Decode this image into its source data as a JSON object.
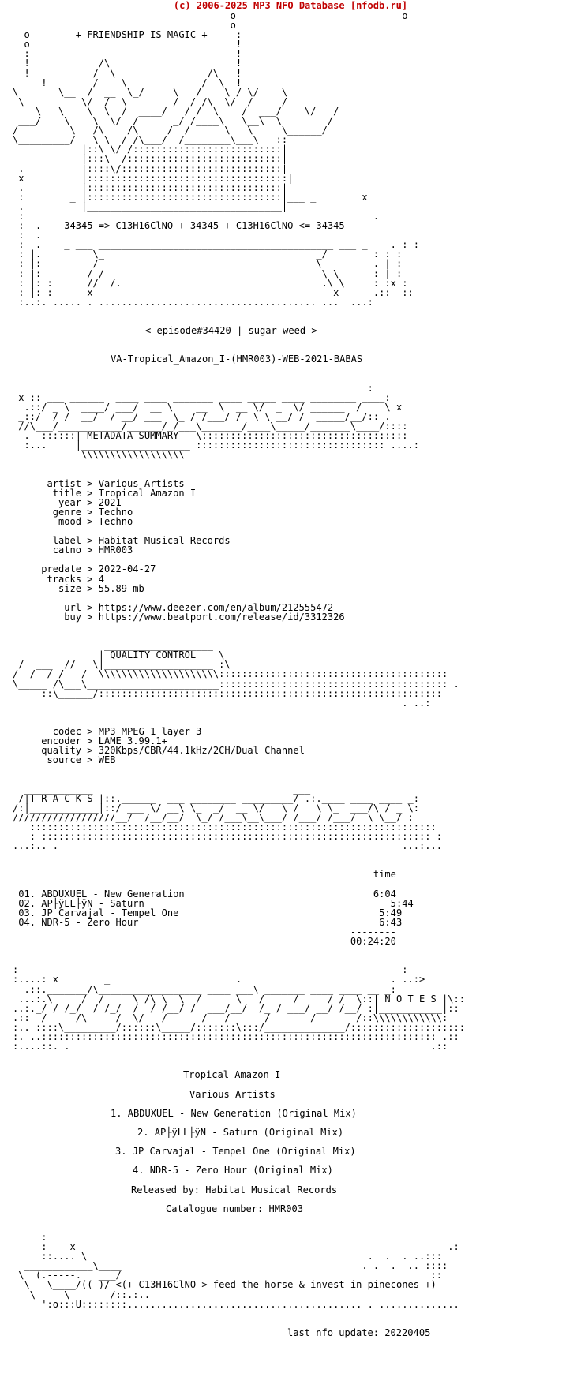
{
  "header": {
    "copyright": "(c) 2006-2025 MP3 NFO Database [nfodb.ru]"
  },
  "art": {
    "sec01": "                                      o                             o\n                                      o\n  o        + FRIENDSHIP IS MAGIC +     :\n  o                                    !\n  :                                    !\n  !            /\\                      !\n  !           /  \\                /\\   !\n ____!___     /    \\   _____     /  \\  !_  ____\n\\       \\__  /  __  \\_/     \\   /    \\ / \\/    \\\n \\__     ___\\/  /  \\        /  / /\\  \\/  /     /___  ____\n    \\   \\    \\  \\  /  ____/   / /  \\    /  ___/    \\/   /\n ___/    \\    \\  \\/  /      _/ /____\\   \\__\\  \\        /\n/         \\   /\\    /\\     /  /      \\   \\     \\______/\n\\_________/   \\ \\  / /\\___/  /________\\___\\   ::\n            |::\\ \\/ /::::::::::::::::::::::::::|\n            |:::\\  /:::::::::::::::::::::::::::|\n .          |::::\\/::::::::::::::::::::::::::::|\n x          |:::::::::::::::::::::::::::::::::::|\n .          |::::::::::::::::::::::::::::::::::|\n :        _ |::::::::::::::::::::::::::::::::::|___ _        x\n .          |__________________________________|\n :                                                             .\n :  .    34345 => C13H16ClNO + 34345 + C13H16ClNO <= 34345\n :  .\n :  .    _ ___ _________________________________________ ___ _    . : :\n : |.         \\_                                     _/        : : :\n : |:         /                                      \\         . | :\n : |:        / /                                      \\ \\      : | :\n : |: :      //  /.                                   .\\ \\     : :x :\n : |: :      x                                          x      .::  ::\n :..:. ..... . ...................................... ...  ...:",
    "sec02": "< episode#34420 | sugar weed >",
    "sec03": "VA-Tropical_Amazon_I-(HMR003)-WEB-2021-BABAS",
    "sec04": "                                                              :\n x :: ___ ______  ____ ____ _______ ____ _____ ____ ________ ____:\n  .::/ _ \\  ____/ ___/  __ \\    __  \\  __ \\/  _  \\/ ______  /    \\ x\n _::/  / /  __/  / __/ ___  \\_ / /___/ /  \\ \\ __/ /  _____/__/:: .\n //\\___/___________/______/_/___\\_______/____\\_____/_______\\____/::::\n  .  ::::::| METADATA SUMMARY  |\\::::::::::::::::::::::::::::::::::::\n  :...     |___________________|::::::::::::::::::::::::::::::::: ....:\n            \\\\\\\\\\\\\\\\\\\\\\\\\\\\\\\\\\\\",
    "sec05": "      artist > Various Artists\n       title > Tropical Amazon I\n        year > 2021\n       genre > Techno\n        mood > Techno\n\n       label > Habitat Musical Records\n       catno > HMR003\n\n     predate > 2022-04-27\n      tracks > 4\n        size > 55.89 mb\n\n         url > https://www.deezer.com/en/album/212555472\n         buy > https://www.beatport.com/release/id/3312326",
    "sec06": "                ___________________\n  ________ ____| QUALITY CONTROL   |\\\n /  ___  //   \\|___________________|:\\\n/  / _/ /  _/  \\\\\\\\\\\\\\\\\\\\\\\\\\\\\\\\\\\\\\\\\\::::::::::::::::::::::::::::::::::::::::\n\\_____ /\\___\\_______________________:::::::::::::::::::::::::::::::::::::::: .\n     ::\\______/::::::::::::::::::::::::::::::::::::::::::::::::::::::::::::\n                                                                    . ..:",
    "sec07": "       codec > MP3 MPEG 1 layer 3\n     encoder > LAME 3.99.1+\n     quality > 320Kbps/CBR/44.1kHz/2CH/Dual Channel\n      source > WEB",
    "sec08": "  ____________                                   ___\n /|T R A C K S |::.______  ___ ________ _________/ .:.____ ____ ____ _:\n/:|____________|::/ ___ \\/ __\\ \\_  _/  __ \\/   \\ /   \\ \\_  ___/\\ / _ \\:\n//////////////////__/  /__/__/  \\_/ /___\\__\\___/ /___/ /___/  \\ \\__/ :\n   :::::::::::::::::::::::::::::::::::::::::::::::::::::::::::::::::::::::\n   : :::::::::::::::::::::::::::::::::::::::::::::::::::::::::::::::::::: :\n...:.. .                                                            ...:...",
    "sec09": "                                                               time\n                                                           --------\n 01. ABDUXUEL - New Generation                                 6:04\n 02. AP├ÿLL├ÿN - Saturn                                           5:44\n 03. JP Carvajal - Tempel One                                   5:49\n 04. NDR-5 - Zero Hour                                          6:43\n                                                           --------\n                                                           00:24:20",
    "sec10": ":                                                                   :\n:....: x        _                      .                          . ..:>\n  .::._______/\\__________________ ____ ___\\ _______ ____ ____ __ _:\n ...:.\\  __ /  / __  \\ /\\ \\  \\  / ___  \\___/  __ /  ___/ /  \\::| N O T E S |\\::\n..:._/ / /_/  / /_/  /  / /__/ /  ___/__/  /_ / ___/ __/ /__/ :|___________|::\n.::__/_____/\\_____/__\\/___/______/___/______/_______/_______/::\\\\\\\\\\\\\\\\\\\\\\\\:\n:.. ::::\\_________/::::::\\_____/:::::::\\:::/______________/::::::::::::::::::::\n:. ..::::::::::::::::::::::::::::::::::::::::::::::::::::::::::::::::::::: .::\n:....::. .                                                               .::",
    "notes_title": "Tropical Amazon I",
    "notes_artist": "Various Artists",
    "notes_t1": "1. ABDUXUEL - New Generation (Original Mix)",
    "notes_t2": "2. AP├ÿLL├ÿN - Saturn (Original Mix)",
    "notes_t3": "3. JP Carvajal - Tempel One (Original Mix)",
    "notes_t4": "4. NDR-5 - Zero Hour (Original Mix)",
    "notes_label": "Released by: Habitat Musical Records",
    "notes_catno": "Catalogue number: HMR003",
    "sec11": "     :\n     :    x                                                                 .:\n     ::.... \\                                                 .  .  . ..:::\n  ____________\\____                                          . .  .  .. ::::\n \\  (.-----.   ___/                                                      ::\n  \\   \\____/(( )/ <(+ C13H16ClNO > feed the horse & invest in pinecones +)\n   \\_____\\_______/::.:..\n     ':o:::U::::::::......................................... . ..............",
    "footer": "last nfo update: 20220405"
  }
}
